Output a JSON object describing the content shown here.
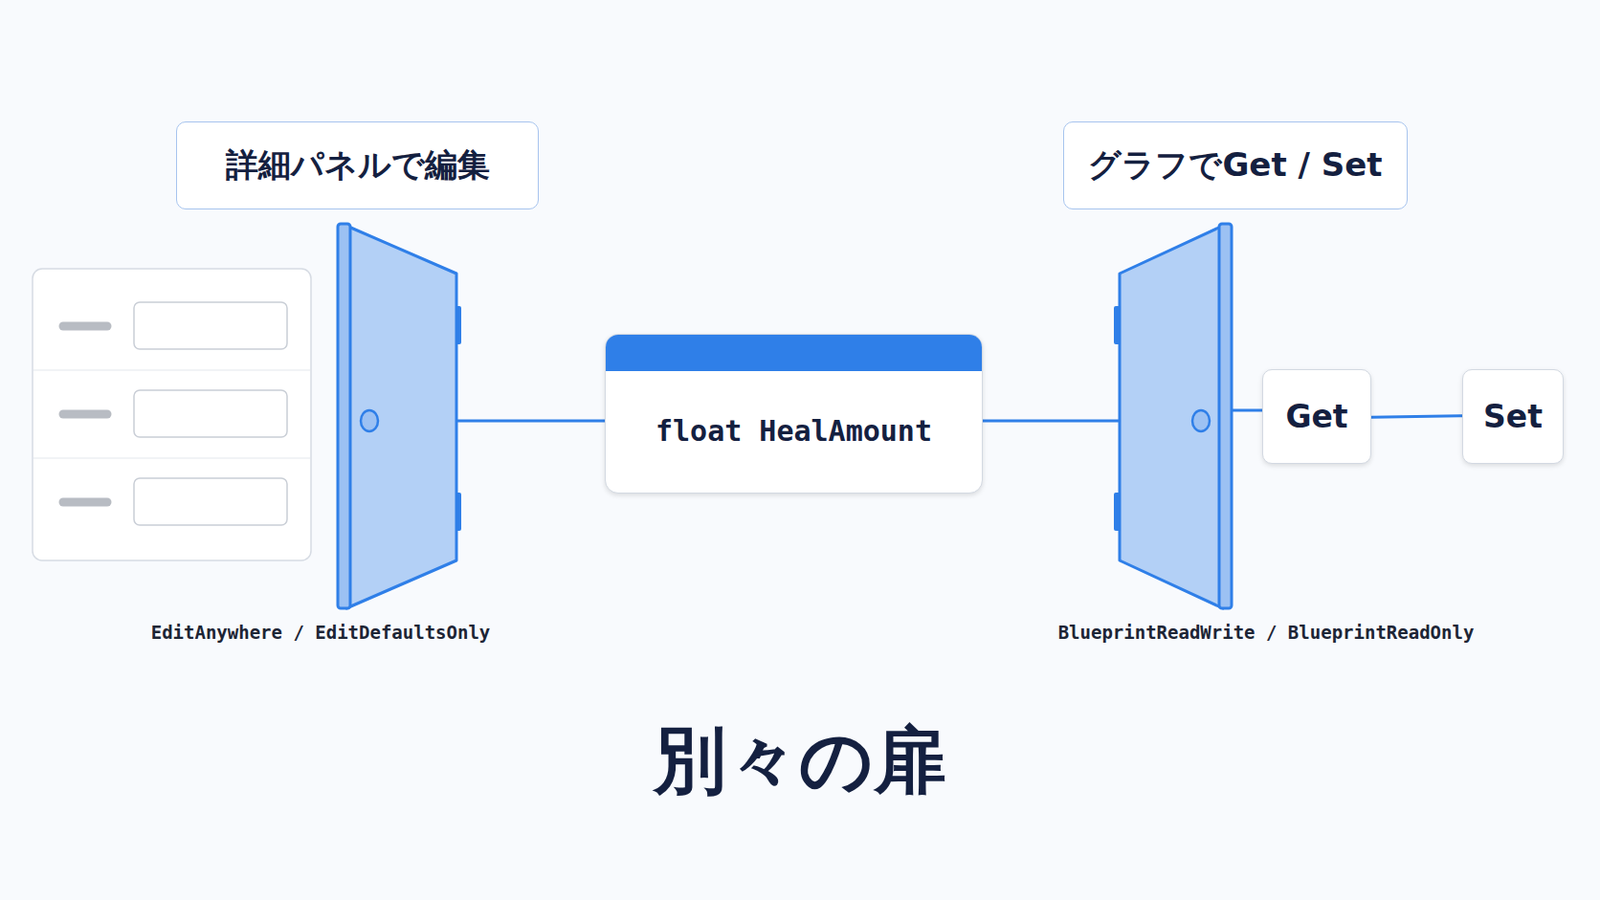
{
  "diagram": {
    "title": "別々の扉",
    "nodes": [
      {
        "text": [
          "詳細パネルで編集"
        ]
      },
      {
        "text": [
          "グラフでGet / Set"
        ]
      },
      {
        "text": [
          "float HealAmount"
        ]
      },
      {
        "text": [
          "Get"
        ]
      },
      {
        "text": [
          "Set"
        ]
      }
    ],
    "edges": [
      {
        "from": 3,
        "to": 4,
        "arrow": "none"
      }
    ],
    "labels": [
      "EditAnywhere / EditDefaultsOnly",
      "BlueprintReadWrite / BlueprintReadOnly"
    ]
  }
}
